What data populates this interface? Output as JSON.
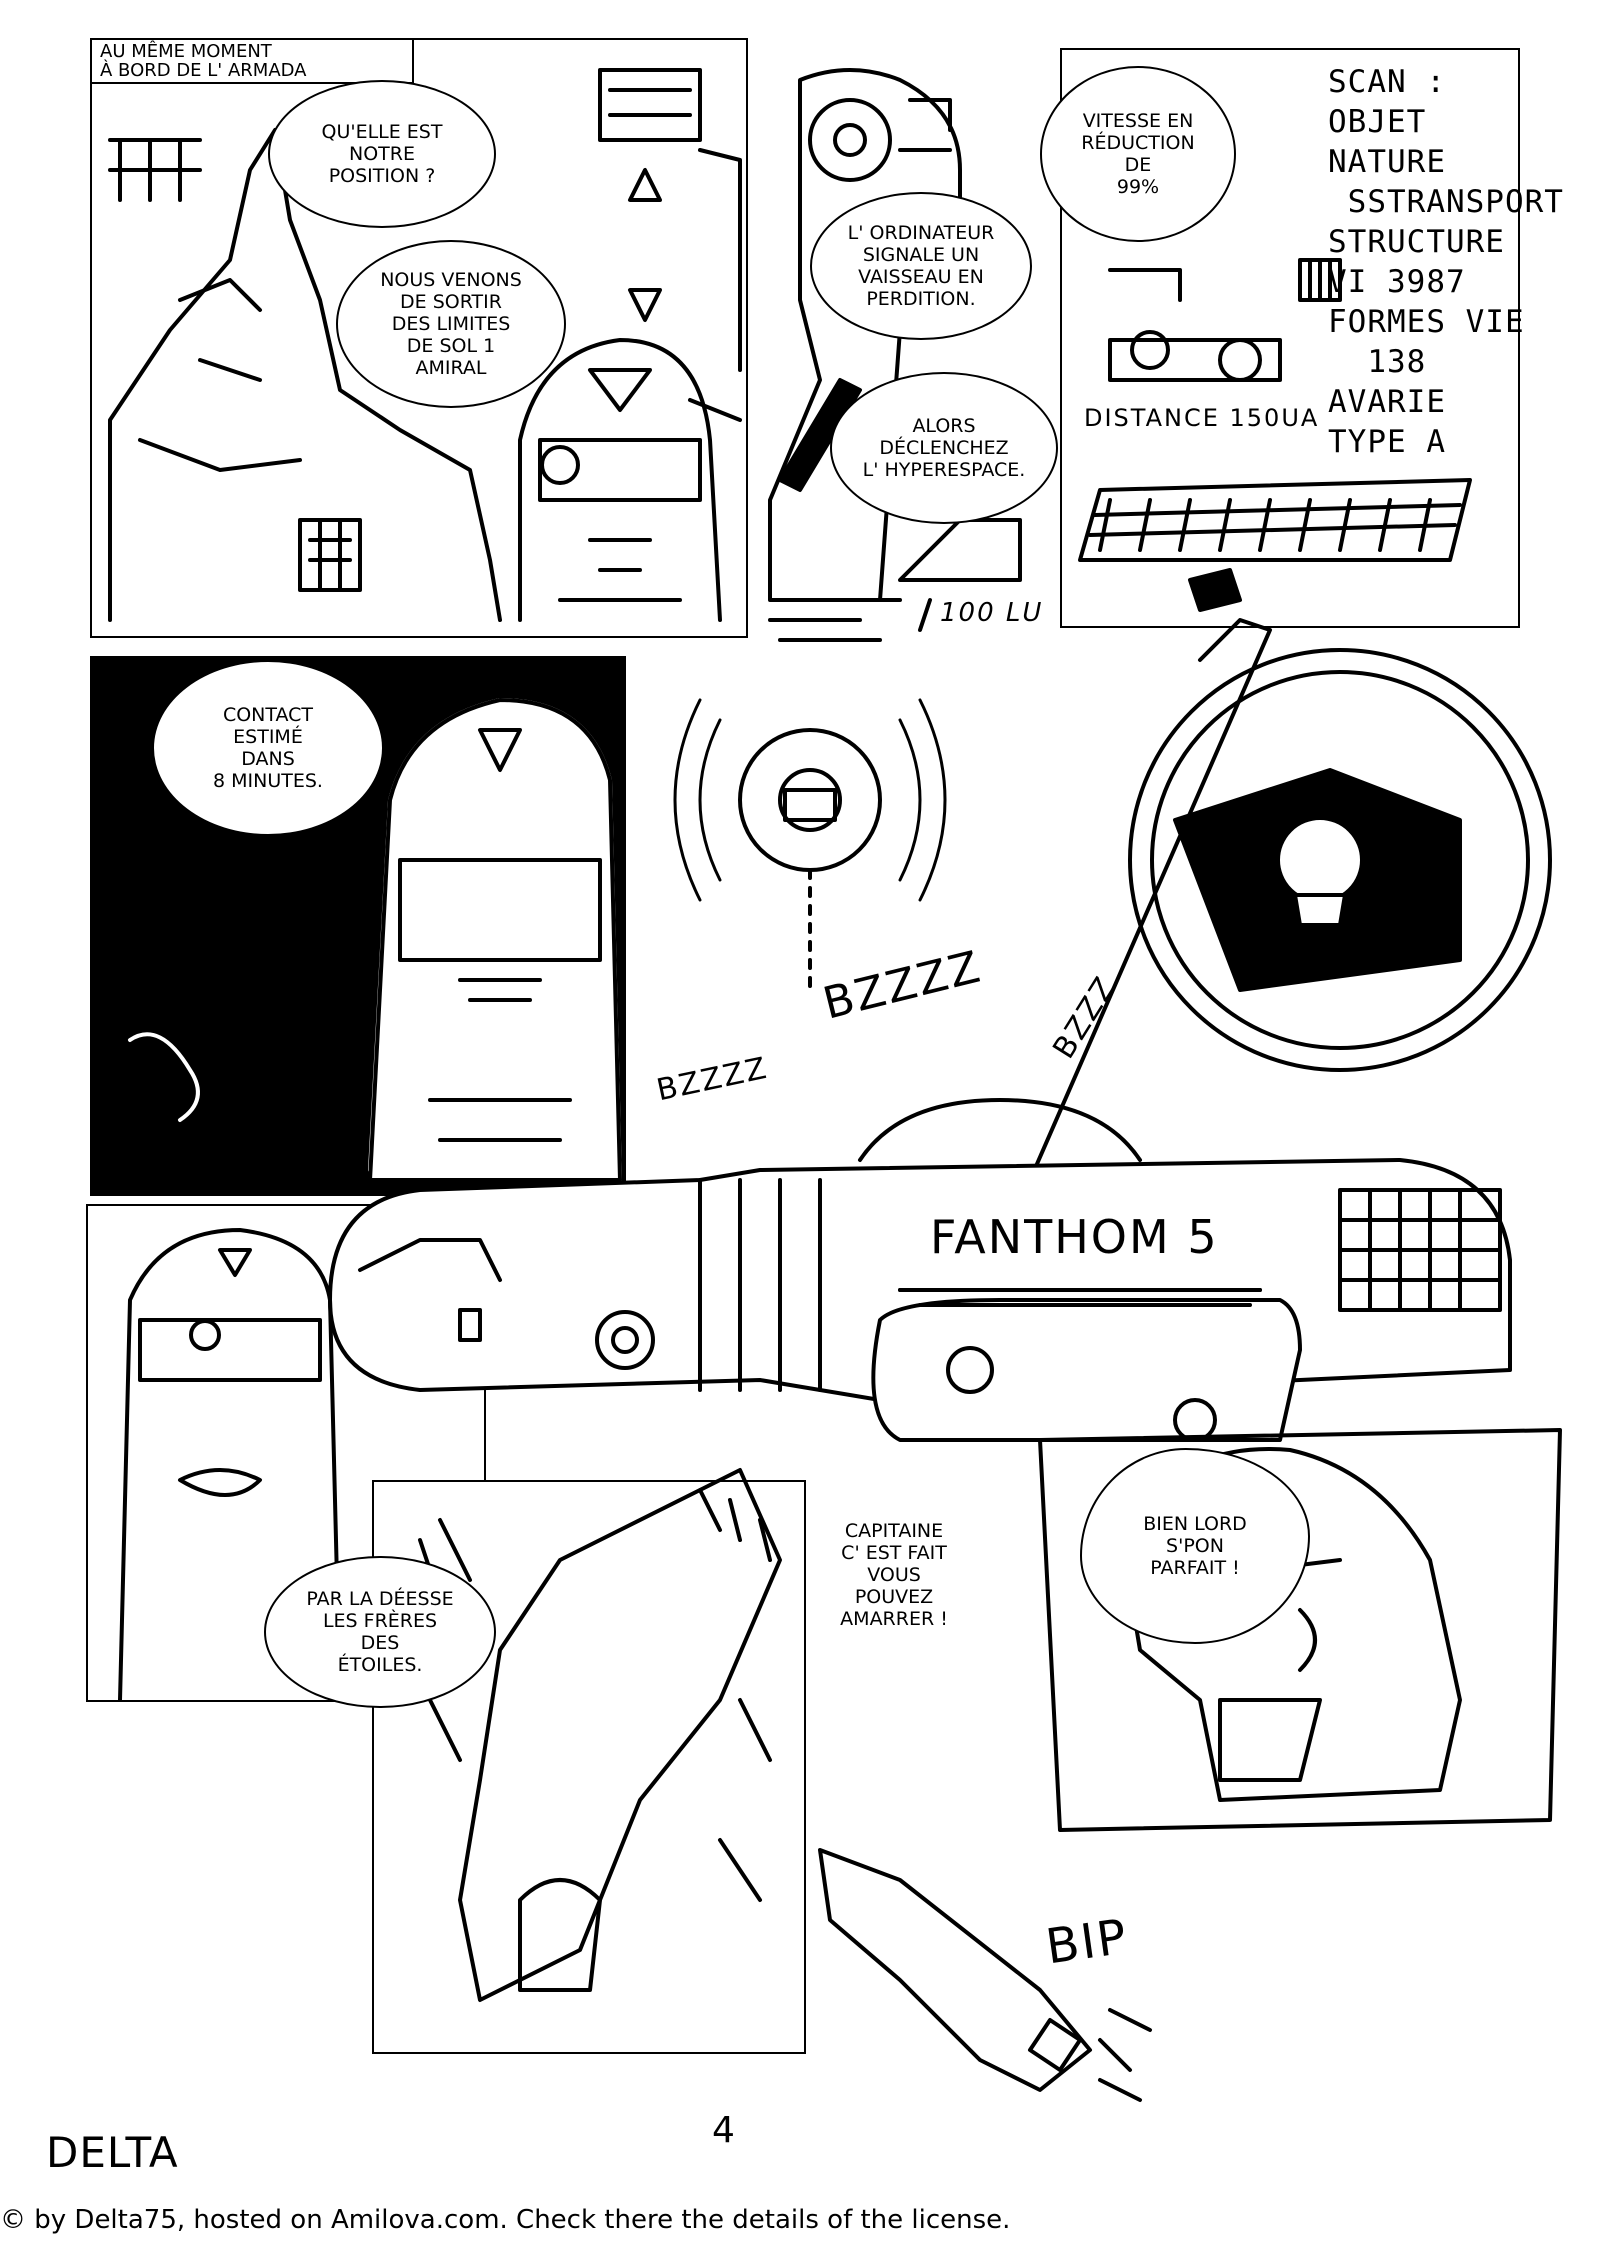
{
  "caption": "AU MÊME MOMENT\nÀ BORD DE L' ARMADA",
  "bubbles": {
    "position": "QU'ELLE EST\nNOTRE\nPOSITION ?",
    "venons": "NOUS VENONS\nDE SORTIR\nDES LIMITES\nDE SOL 1\nAMIRAL",
    "ordinateur": "L' ORDINATEUR\nSIGNALE UN\nVAISSEAU EN\nPERDITION.",
    "hyperespace": "ALORS\nDÉCLENCHEZ\nL' HYPERESPACE.",
    "vitesse": "VITESSE EN\nRÉDUCTION\nDE\n99%",
    "contact": "CONTACT\nESTIMÉ\nDANS\n8 MINUTES.",
    "deesse": "PAR LA DÉESSE\nLES FRÈRES\nDES\nÉTOILES.",
    "capitaine": "CAPITAINE\nC' EST FAIT\nVOUS\nPOUVEZ\nAMARRER !",
    "lord": "BIEN LORD\nS'PON\nPARFAIT !"
  },
  "scan_text": "SCAN :\nOBJET\nNATURE\n SSTRANSPORT\nSTRUCTURE\nVI 3987\nFORMES VIE\n  138\nAVARIE\nTYPE A",
  "distance_label": "DISTANCE 150UA",
  "gauge_label": "100 LU",
  "sfx": {
    "bzz1": "BZZZZ",
    "bzz2": "BZZZZ",
    "bzz3": "BZZZ",
    "bip": "BIP"
  },
  "ship_name": "FANTHOM 5",
  "page_number": "4",
  "signature": "DELTA",
  "credit": "© by Delta75, hosted on Amilova.com. Check there the details of the license."
}
